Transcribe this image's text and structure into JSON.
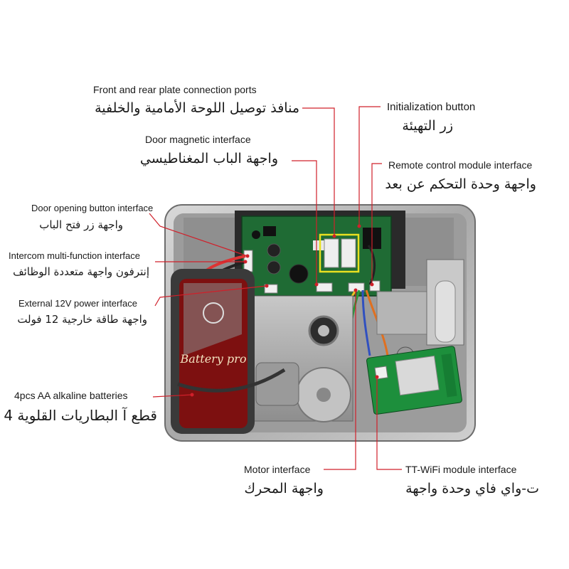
{
  "labels": {
    "front_rear_plate": {
      "en": "Front and rear plate connection ports",
      "ar": "منافذ توصيل اللوحة الأمامية والخلفية"
    },
    "initialization": {
      "en": "Initialization button",
      "ar": "زر التهيئة"
    },
    "door_magnetic": {
      "en": "Door magnetic interface",
      "ar": "واجهة الباب المغناطيسي"
    },
    "remote_control": {
      "en": "Remote control module interface",
      "ar": "واجهة وحدة التحكم عن بعد"
    },
    "door_opening": {
      "en": "Door opening button interface",
      "ar": "واجهة زر فتح الباب"
    },
    "intercom": {
      "en": "Intercom multi-function interface",
      "ar": "إنترفون واجهة متعددة الوظائف"
    },
    "power_12v": {
      "en": "External 12V power interface",
      "ar": "واجهة طاقة خارجية 12 فولت"
    },
    "batteries": {
      "en": "4pcs AA alkaline batteries",
      "ar": "قطع آ البطاريات القلوية 4"
    },
    "motor": {
      "en": "Motor interface",
      "ar": "واجهة المحرك"
    },
    "wifi": {
      "en": "TT-WiFi module interface",
      "ar": "ت-واي فاي وحدة واجهة"
    }
  },
  "battery_print": "Battery pro",
  "colors": {
    "leader_line": "#d0202a",
    "callout_box": "#e8e020",
    "pcb": "#1f6b34",
    "housing": "#b8b8b8"
  }
}
